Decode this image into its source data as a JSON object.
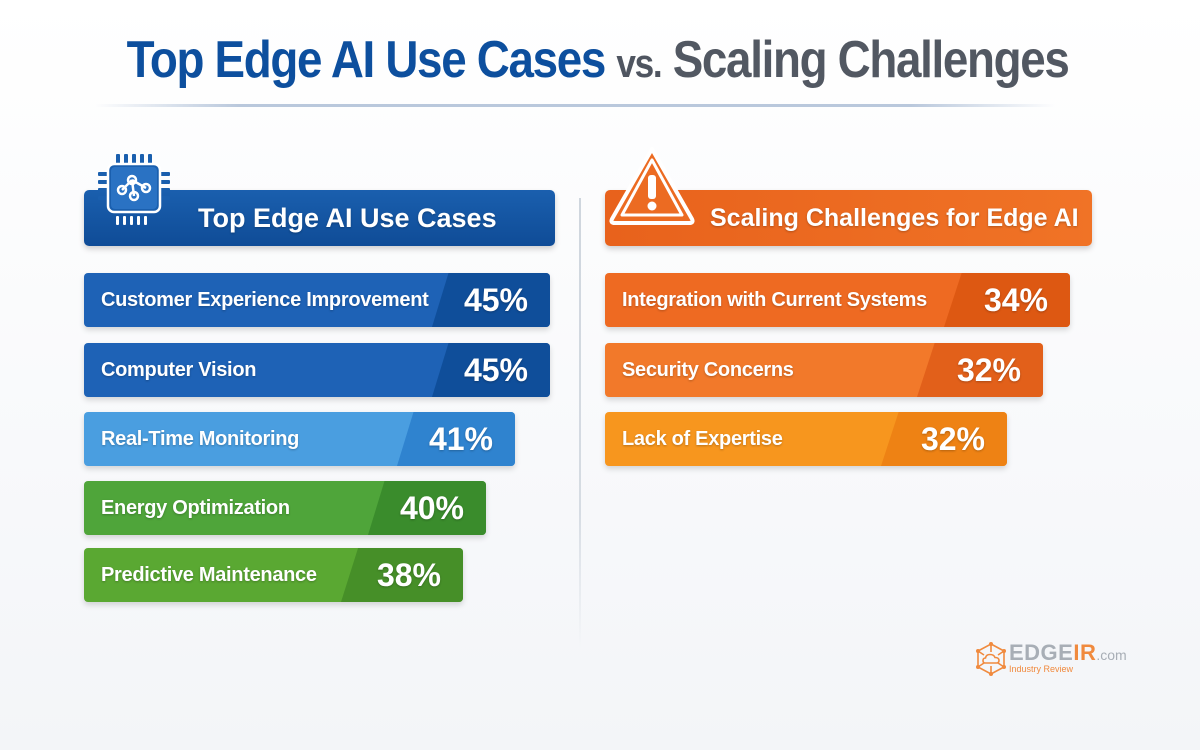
{
  "title": {
    "part1": "Top Edge AI Use Cases",
    "vs": "vs.",
    "part2": "Scaling Challenges"
  },
  "left_panel": {
    "header": "Top Edge AI Use Cases",
    "icon": "ai-chip-icon",
    "items": [
      {
        "label": "Customer Experience Improvement",
        "value": "45%",
        "color": "#1e62b6",
        "shade": "#0f4e9a"
      },
      {
        "label": "Computer Vision",
        "value": "45%",
        "color": "#1e62b6",
        "shade": "#0f4e9a"
      },
      {
        "label": "Real-Time Monitoring",
        "value": "41%",
        "color": "#4a9ee0",
        "shade": "#2f83cf"
      },
      {
        "label": "Energy Optimization",
        "value": "40%",
        "color": "#4fa53a",
        "shade": "#3a8c2c"
      },
      {
        "label": "Predictive Maintenance",
        "value": "38%",
        "color": "#5aa832",
        "shade": "#468f28"
      }
    ]
  },
  "right_panel": {
    "header": "Scaling Challenges for Edge AI",
    "icon": "warning-triangle-icon",
    "items": [
      {
        "label": "Integration with Current Systems",
        "value": "34%",
        "color": "#ee6a22",
        "shade": "#dd5812"
      },
      {
        "label": "Security Concerns",
        "value": "32%",
        "color": "#f2792a",
        "shade": "#e2601a"
      },
      {
        "label": "Lack of Expertise",
        "value": "32%",
        "color": "#f7961e",
        "shade": "#ee8214"
      }
    ]
  },
  "logo": {
    "brand_main": "EDGE",
    "brand_accent": "IR",
    "brand_suffix": ".com",
    "tagline": "Industry Review"
  },
  "colors": {
    "title_blue": "#0d4f9e",
    "title_gray": "#525862",
    "header_blue": "#1158a6",
    "header_orange": "#ec6b22"
  },
  "chart_data": [
    {
      "type": "bar",
      "orientation": "horizontal",
      "title": "Top Edge AI Use Cases",
      "categories": [
        "Customer Experience Improvement",
        "Computer Vision",
        "Real-Time Monitoring",
        "Energy Optimization",
        "Predictive Maintenance"
      ],
      "values": [
        45,
        45,
        41,
        40,
        38
      ],
      "unit": "%",
      "xlabel": "",
      "ylabel": "",
      "grid": false,
      "legend": "none"
    },
    {
      "type": "bar",
      "orientation": "horizontal",
      "title": "Scaling Challenges for Edge AI",
      "categories": [
        "Integration with Current Systems",
        "Security Concerns",
        "Lack of Expertise"
      ],
      "values": [
        34,
        32,
        32
      ],
      "unit": "%",
      "xlabel": "",
      "ylabel": "",
      "grid": false,
      "legend": "none"
    }
  ]
}
